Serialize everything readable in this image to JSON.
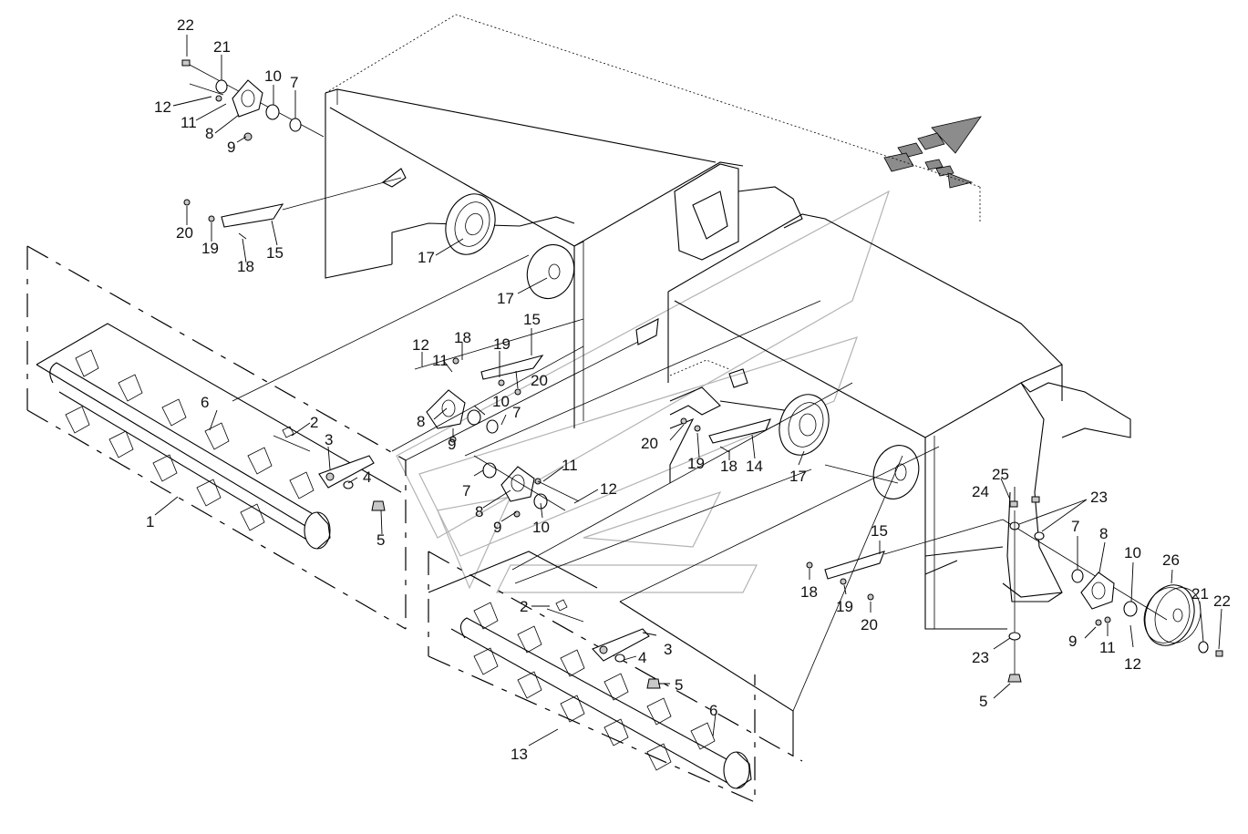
{
  "callouts": [
    {
      "id": "c22a",
      "text": "22"
    },
    {
      "id": "c21a",
      "text": "21"
    },
    {
      "id": "c10a",
      "text": "10"
    },
    {
      "id": "c7a",
      "text": "7"
    },
    {
      "id": "c12a",
      "text": "12"
    },
    {
      "id": "c11a",
      "text": "11"
    },
    {
      "id": "c8a",
      "text": "8"
    },
    {
      "id": "c9a",
      "text": "9"
    },
    {
      "id": "c20a",
      "text": "20"
    },
    {
      "id": "c19a",
      "text": "19"
    },
    {
      "id": "c18a",
      "text": "18"
    },
    {
      "id": "c15a",
      "text": "15"
    },
    {
      "id": "c17a",
      "text": "17"
    },
    {
      "id": "c17b",
      "text": "17"
    },
    {
      "id": "c15b",
      "text": "15"
    },
    {
      "id": "c18b",
      "text": "18"
    },
    {
      "id": "c12b",
      "text": "12"
    },
    {
      "id": "c11b",
      "text": "11"
    },
    {
      "id": "c19b",
      "text": "19"
    },
    {
      "id": "c20b",
      "text": "20"
    },
    {
      "id": "c10b",
      "text": "10"
    },
    {
      "id": "c7b",
      "text": "7"
    },
    {
      "id": "c8b",
      "text": "8"
    },
    {
      "id": "c9b",
      "text": "9"
    },
    {
      "id": "c6a",
      "text": "6"
    },
    {
      "id": "c2a",
      "text": "2"
    },
    {
      "id": "c3a",
      "text": "3"
    },
    {
      "id": "c4a",
      "text": "4"
    },
    {
      "id": "c5a",
      "text": "5"
    },
    {
      "id": "c1",
      "text": "1"
    },
    {
      "id": "c7c",
      "text": "7"
    },
    {
      "id": "c8c",
      "text": "8"
    },
    {
      "id": "c9c",
      "text": "9"
    },
    {
      "id": "c10c",
      "text": "10"
    },
    {
      "id": "c11c",
      "text": "11"
    },
    {
      "id": "c12c",
      "text": "12"
    },
    {
      "id": "c20c",
      "text": "20"
    },
    {
      "id": "c19c",
      "text": "19"
    },
    {
      "id": "c18c",
      "text": "18"
    },
    {
      "id": "c14",
      "text": "14"
    },
    {
      "id": "c17c",
      "text": "17"
    },
    {
      "id": "c25",
      "text": "25"
    },
    {
      "id": "c24",
      "text": "24"
    },
    {
      "id": "c23a",
      "text": "23"
    },
    {
      "id": "c15c",
      "text": "15"
    },
    {
      "id": "c7d",
      "text": "7"
    },
    {
      "id": "c8d",
      "text": "8"
    },
    {
      "id": "c10d",
      "text": "10"
    },
    {
      "id": "c26",
      "text": "26"
    },
    {
      "id": "c21b",
      "text": "21"
    },
    {
      "id": "c22b",
      "text": "22"
    },
    {
      "id": "c18d",
      "text": "18"
    },
    {
      "id": "c19d",
      "text": "19"
    },
    {
      "id": "c20d",
      "text": "20"
    },
    {
      "id": "c9d",
      "text": "9"
    },
    {
      "id": "c11d",
      "text": "11"
    },
    {
      "id": "c12d",
      "text": "12"
    },
    {
      "id": "c23b",
      "text": "23"
    },
    {
      "id": "c5b",
      "text": "5"
    },
    {
      "id": "c2b",
      "text": "2"
    },
    {
      "id": "c4b",
      "text": "4"
    },
    {
      "id": "c3b",
      "text": "3"
    },
    {
      "id": "c5c",
      "text": "5"
    },
    {
      "id": "c6b",
      "text": "6"
    },
    {
      "id": "c13",
      "text": "13"
    }
  ],
  "colors": {
    "line": "#000000",
    "background": "#ffffff",
    "watermark": "#b3b3b3",
    "arrow_fill": "#8c8c8c"
  },
  "icons": {
    "direction_arrows": "travel-direction-arrows-icon"
  }
}
